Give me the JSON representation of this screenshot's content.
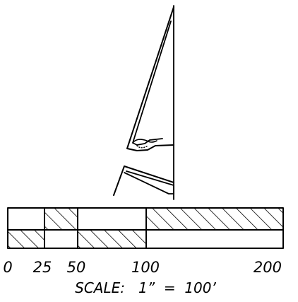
{
  "scale_bar": {
    "tick_labels": [
      "0",
      "25",
      "50",
      "100",
      "200"
    ],
    "caption": "SCALE:   1”  =  100’"
  },
  "colors": {
    "ink": "#000000",
    "background": "#ffffff"
  }
}
